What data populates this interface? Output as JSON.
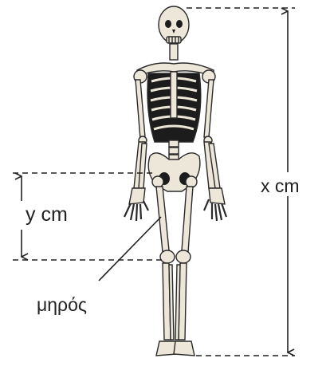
{
  "labels": {
    "total_height": "x cm",
    "femur_length": "y cm",
    "femur": "μηρός"
  },
  "colors": {
    "line": "#222222",
    "bone_fill": "#ece7d9",
    "bone_stroke": "#2a2a2a",
    "shadow": "#1c1c1c"
  }
}
